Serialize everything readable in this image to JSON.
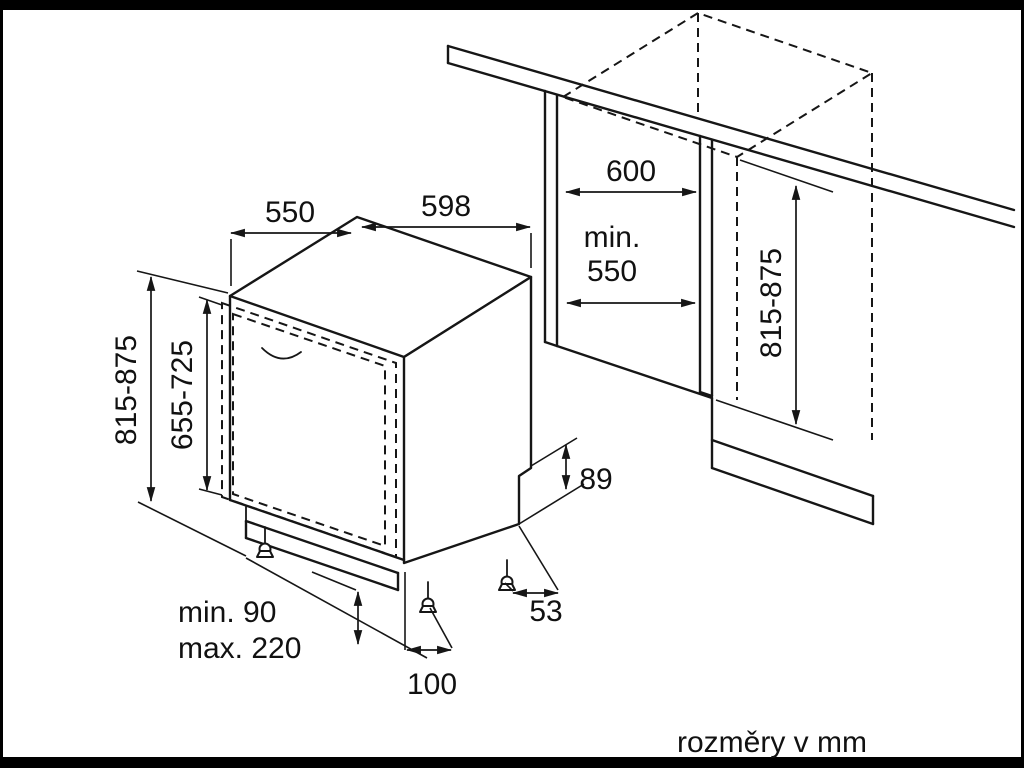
{
  "palette": {
    "line": "#161616",
    "background": "#ffffff",
    "frame": "#000000"
  },
  "caption": "rozměry v mm",
  "dimensions": {
    "appliance_depth_top": "550",
    "appliance_width_top": "598",
    "niche_width": "600",
    "niche_depth_min_line1": "min.",
    "niche_depth_min_line2": "550",
    "appliance_height_range": "815-875",
    "door_panel_height_range": "655-725",
    "niche_height_range": "815-875",
    "rear_step_height": "89",
    "rear_clearance": "53",
    "front_foot_inset": "100",
    "plinth_height_min": "min. 90",
    "plinth_height_max": "max. 220"
  }
}
